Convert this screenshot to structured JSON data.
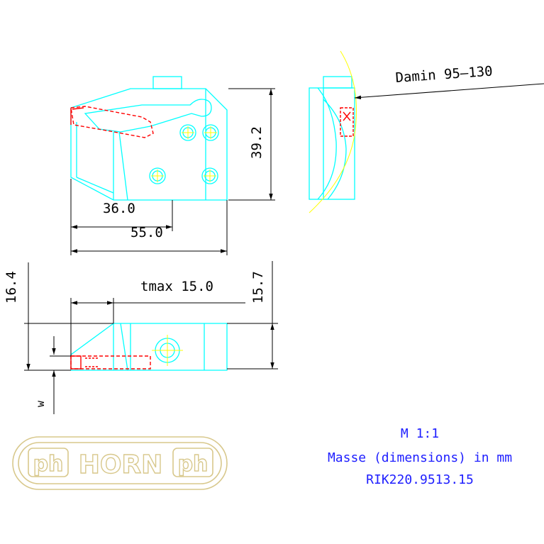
{
  "colors": {
    "part_outline": "#00ffff",
    "insert": "#ff0000",
    "centerline": "#ffff00",
    "dimension": "#000000",
    "note": "#2020ff",
    "logo": "#d8c88c"
  },
  "dimensions": {
    "damin": "Damin 95–130",
    "height": "39.2",
    "len_36": "36.0",
    "len_55": "55.0",
    "height_164": "16.4",
    "tmax": "tmax 15.0",
    "height_157": "15.7",
    "w_label": "w"
  },
  "notes": {
    "scale": "M 1:1",
    "units": "Masse (dimensions) in mm",
    "part_no": "RIK220.9513.15"
  },
  "logo": {
    "brand": "HORN",
    "mark": "ph"
  }
}
